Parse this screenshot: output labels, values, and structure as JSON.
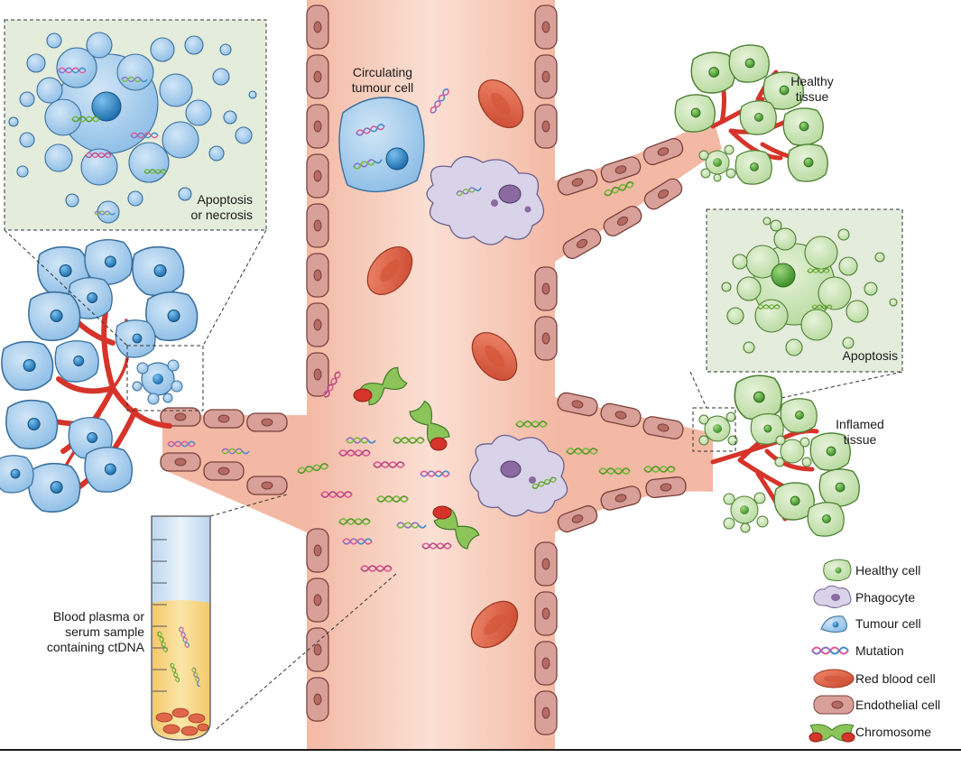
{
  "labels": {
    "circulating": "Circulating\ntumour cell",
    "apoptosis_necrosis": "Apoptosis\nor necrosis",
    "healthy_tissue": "Healthy\ntissue",
    "apoptosis": "Apoptosis",
    "inflamed_tissue": "Inflamed\ntissue",
    "blood_sample": "Blood plasma or\nserum sample\ncontaining ctDNA"
  },
  "legend": [
    {
      "label": "Healthy cell",
      "icon": "healthy-cell-icon"
    },
    {
      "label": "Phagocyte",
      "icon": "phagocyte-icon"
    },
    {
      "label": "Tumour cell",
      "icon": "tumour-cell-icon"
    },
    {
      "label": "Mutation",
      "icon": "mutation-icon"
    },
    {
      "label": "Red blood cell",
      "icon": "red-blood-cell-icon"
    },
    {
      "label": "Endothelial cell",
      "icon": "endothelial-cell-icon"
    },
    {
      "label": "Chromosome",
      "icon": "chromosome-icon"
    }
  ],
  "colors": {
    "vessel_lumen": "#f6c5b0",
    "endothelial": "#d9a09a",
    "endothelial_nucleus": "#b56a62",
    "rbc": "#e0664a",
    "tumour_cell": "#a9cdec",
    "tumour_nucleus": "#2c86c4",
    "healthy_cell": "#cfe6b9",
    "healthy_nucleus": "#58a83d",
    "phagocyte": "#d8d3e8",
    "capillary": "#d6342a",
    "dna_pink": "#e05a97",
    "dna_green": "#78b940",
    "dna_blue": "#3e8fcf",
    "dna_purple": "#8b70c2",
    "inset_bg": "#e4ecdc"
  }
}
